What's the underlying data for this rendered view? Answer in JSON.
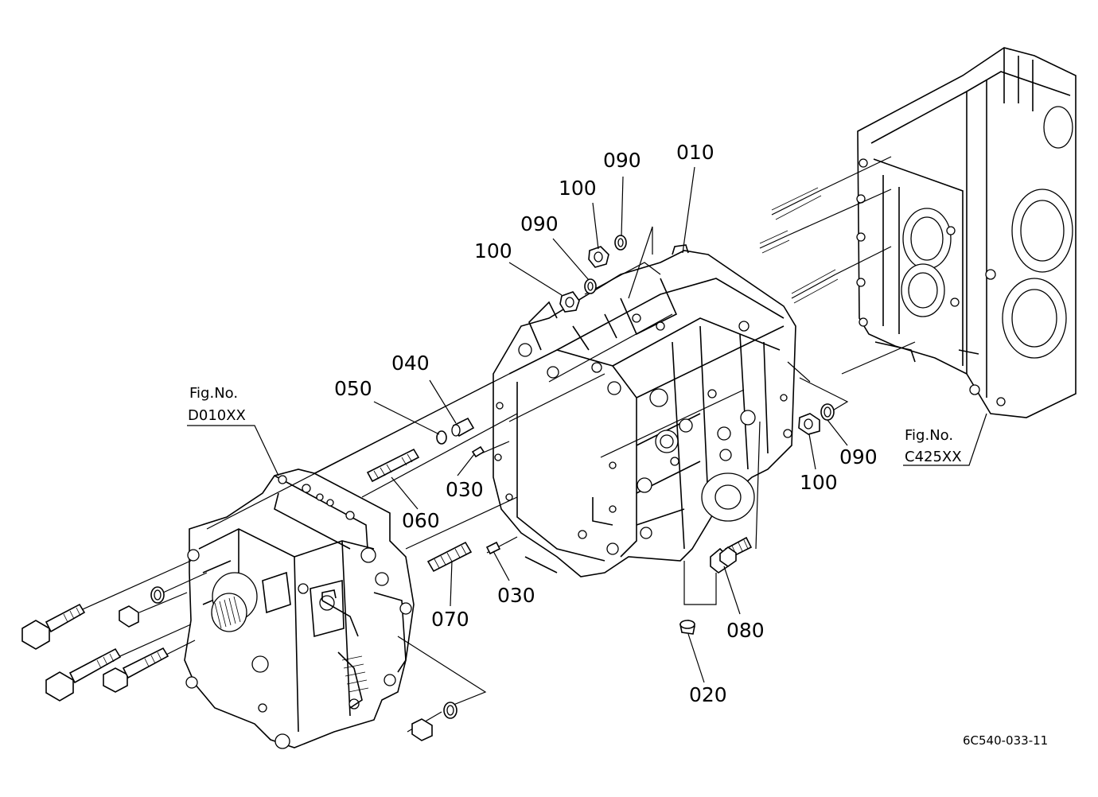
{
  "parts": {
    "p010": "010",
    "p020": "020",
    "p030a": "030",
    "p030b": "030",
    "p040": "040",
    "p050": "050",
    "p060": "060",
    "p070": "070",
    "p080": "080",
    "p090a": "090",
    "p090b": "090",
    "p090c": "090",
    "p100a": "100",
    "p100b": "100",
    "p100c": "100"
  },
  "refs": {
    "left_line1": "Fig.No.",
    "left_line2": "D010XX",
    "right_line1": "Fig.No.",
    "right_line2": "C425XX"
  },
  "drawing_code": "6C540-033-11"
}
